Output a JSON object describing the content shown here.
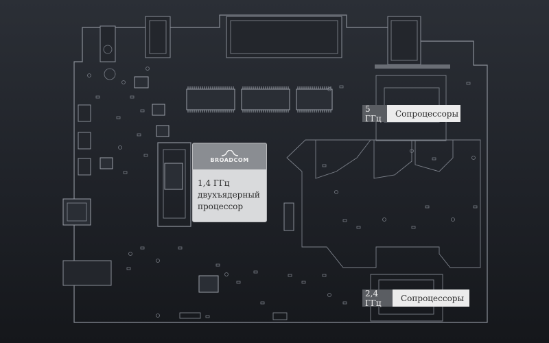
{
  "cpu_callout": {
    "logo": "BROADCOM",
    "lines": [
      "1,4 ГГц",
      "двухъядерный",
      "процессор"
    ]
  },
  "coprocessor_5ghz": {
    "frequency": "5 ГГц",
    "label": "Сопроцессоры"
  },
  "coprocessor_24ghz": {
    "frequency": "2,4 ГГц",
    "label": "Сопроцессоры"
  },
  "colors": {
    "background": "#1f2228",
    "outline": "#8a8f98",
    "callout_band": "#8a8d92",
    "freq_tag": "#5a5d62",
    "label_bg": "#ececec"
  }
}
